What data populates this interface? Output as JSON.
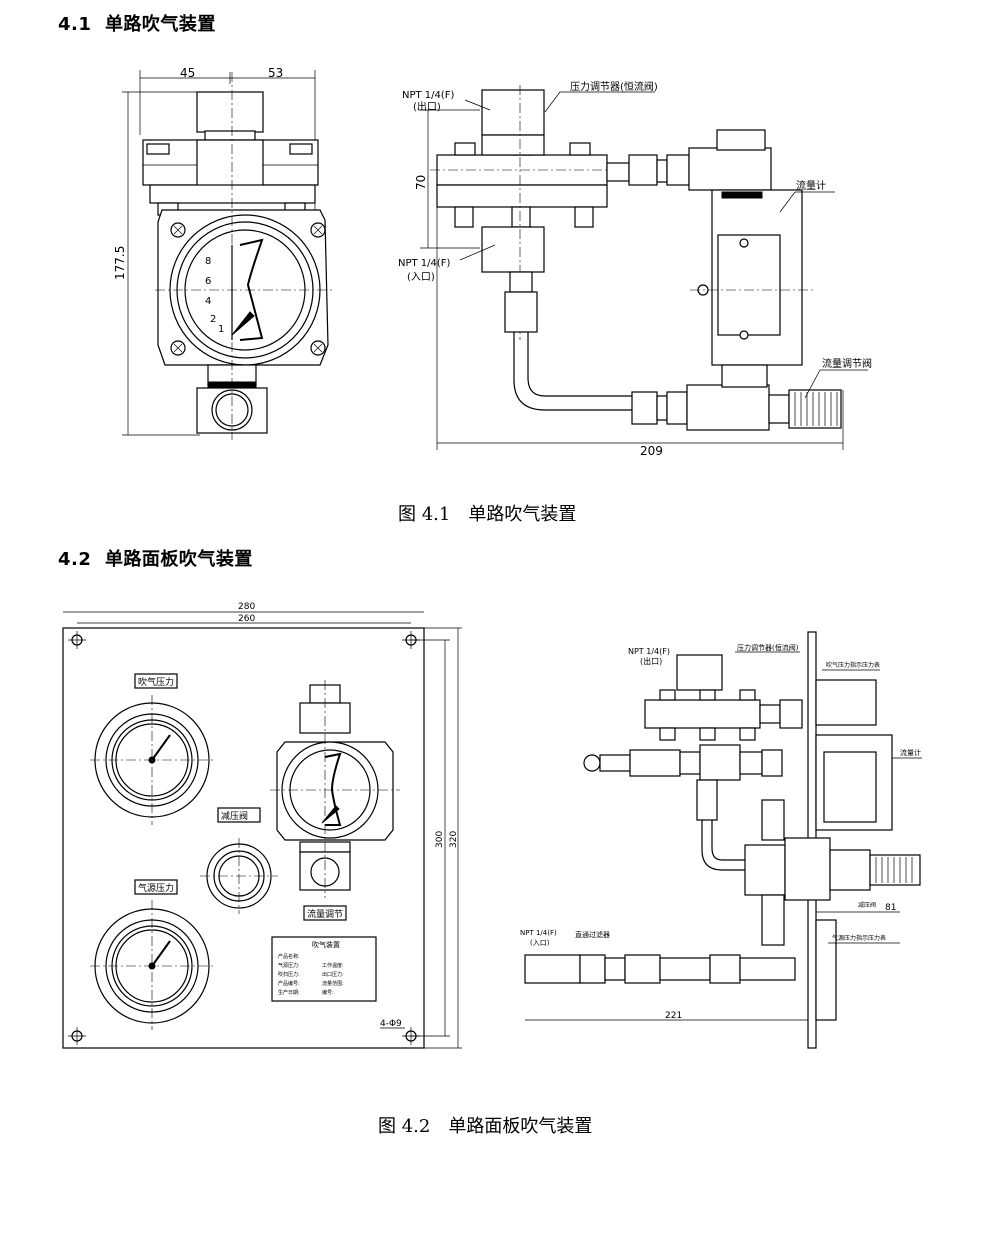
{
  "sections": [
    {
      "number": "4.1",
      "title": "单路吹气装置"
    },
    {
      "number": "4.2",
      "title": "单路面板吹气装置"
    }
  ],
  "captions": {
    "fig1": "图 4.1　单路吹气装置",
    "fig2": "图 4.2　单路面板吹气装置"
  },
  "fig1": {
    "dims": {
      "w_left": "45",
      "w_right": "53",
      "height": "177.5",
      "depth": "70",
      "length": "209"
    },
    "labels": {
      "outlet": "NPT 1/4(F)",
      "outlet_note": "(出口)",
      "regulator": "压力调节器(恒流阀)",
      "inlet": "NPT 1/4(F)",
      "inlet_note": "(入口)",
      "flowmeter": "流量计",
      "flow_valve": "流量调节阀"
    },
    "gauge_ticks": [
      "8",
      "6",
      "4",
      "2",
      "1"
    ]
  },
  "fig2": {
    "dims": {
      "w_outer": "280",
      "w_inner": "260",
      "h_inner": "300",
      "h_outer": "320",
      "depth": "81",
      "length": "221",
      "holes": "4-Φ9"
    },
    "labels": {
      "blow_pressure": "吹气压力",
      "reducer": "减压阀",
      "source_pressure": "气源压力",
      "flow_adjust": "流量调节",
      "nameplate_title": "吹气装置",
      "outlet": "NPT 1/4(F)",
      "outlet_note": "(出口)",
      "regulator": "压力调节器(恒流阀)",
      "blow_gauge": "吹气压力指示压力表",
      "flowmeter": "流量计",
      "reducer_valve": "减压阀",
      "inlet": "NPT 1/4(F)",
      "inlet_note": "(入口)",
      "filter": "直通过滤器",
      "source_gauge": "气源压力指示压力表"
    },
    "nameplate_rows": [
      [
        "产品名称:",
        ""
      ],
      [
        "气源压力:",
        "工作温度:"
      ],
      [
        "吹扫压力:",
        "出口压力:"
      ],
      [
        "产品编号:",
        "流量范围:"
      ],
      [
        "生产日期:",
        "编号:"
      ]
    ]
  }
}
